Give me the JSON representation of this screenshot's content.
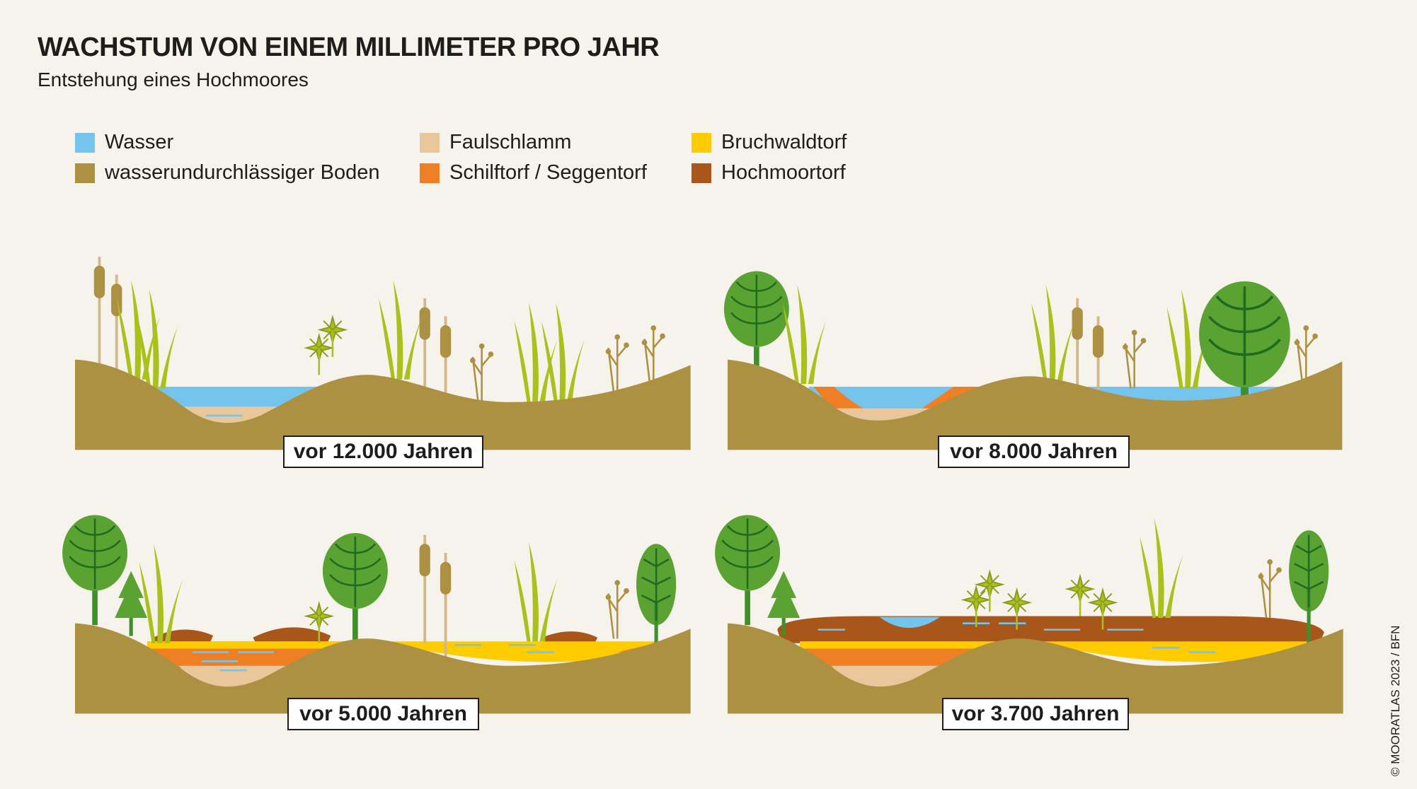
{
  "header": {
    "title": "WACHSTUM VON EINEM MILLIMETER PRO JAHR",
    "subtitle": "Entstehung eines Hochmoores"
  },
  "legend": [
    {
      "label": "Wasser",
      "color": "#74c4ee"
    },
    {
      "label": "wasserundurchlässiger Boden",
      "color": "#ad9142"
    },
    {
      "label": "Faulschlamm",
      "color": "#eac69b"
    },
    {
      "label": "Schilftorf / Seggentorf",
      "color": "#ee7f24"
    },
    {
      "label": "Bruchwaldtorf",
      "color": "#ffcc00"
    },
    {
      "label": "Hochmoortorf",
      "color": "#a8561a"
    }
  ],
  "panels": [
    {
      "label": "vor 12.000 Jahren"
    },
    {
      "label": "vor 8.000 Jahren"
    },
    {
      "label": "vor 5.000 Jahren"
    },
    {
      "label": "vor 3.700 Jahren"
    }
  ],
  "credit": "© MOORATLAS 2023 / BFN"
}
